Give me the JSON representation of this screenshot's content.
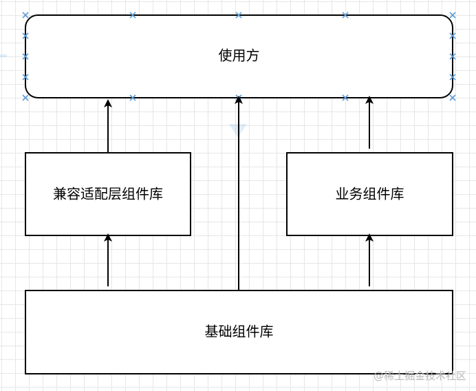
{
  "nodes": {
    "consumer": {
      "label": "使用方"
    },
    "compat": {
      "label": "兼容适配层组件库"
    },
    "business": {
      "label": "业务组件库"
    },
    "base": {
      "label": "基础组件库"
    }
  },
  "watermark": "@稀土掘金技术社区",
  "colors": {
    "stroke": "#000000",
    "selection": "#5b9bd5",
    "grid": "#e6e6e6"
  }
}
